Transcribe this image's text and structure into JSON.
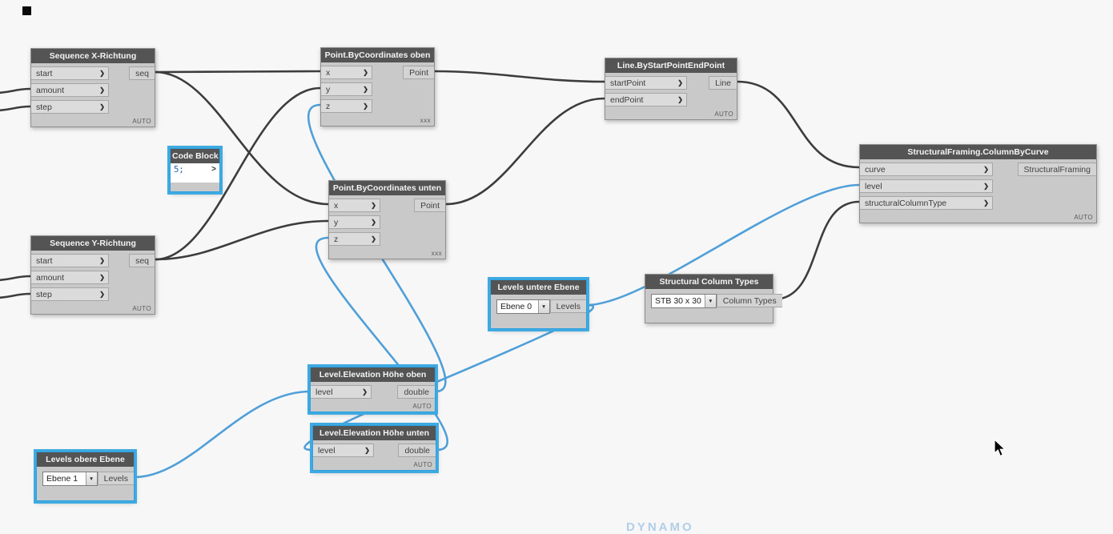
{
  "canvas": {
    "watermark": "DYNAMO",
    "background": "#f7f7f7"
  },
  "colors": {
    "wire": "#3d3d3d",
    "wire_selected": "#4f9fd9",
    "selection": "#3fa9e1",
    "title_bg": "#545454",
    "node_body": "#c9c9c9"
  },
  "icons": {
    "port_chevron": "❯",
    "dropdown_arrow": "▼"
  },
  "nodes": {
    "sequence_x": {
      "title": "Sequence X-Richtung",
      "inputs": [
        "start",
        "amount",
        "step"
      ],
      "outputs": [
        "seq"
      ],
      "lacing": "AUTO"
    },
    "code_block": {
      "title": "Code Block",
      "code": "5;",
      "output_glyph": ">"
    },
    "sequence_y": {
      "title": "Sequence Y-Richtung",
      "inputs": [
        "start",
        "amount",
        "step"
      ],
      "outputs": [
        "seq"
      ],
      "lacing": "AUTO"
    },
    "point_oben": {
      "title": "Point.ByCoordinates oben",
      "inputs": [
        "x",
        "y",
        "z"
      ],
      "outputs": [
        "Point"
      ],
      "lacing": "xxx"
    },
    "point_unten": {
      "title": "Point.ByCoordinates unten",
      "inputs": [
        "x",
        "y",
        "z"
      ],
      "outputs": [
        "Point"
      ],
      "lacing": "xxx"
    },
    "line": {
      "title": "Line.ByStartPointEndPoint",
      "inputs": [
        "startPoint",
        "endPoint"
      ],
      "outputs": [
        "Line"
      ],
      "lacing": "AUTO"
    },
    "structural_framing": {
      "title": "StructuralFraming.ColumnByCurve",
      "inputs": [
        "curve",
        "level",
        "structuralColumnType"
      ],
      "outputs": [
        "StructuralFraming"
      ],
      "lacing": "AUTO"
    },
    "levels_untere": {
      "title": "Levels untere Ebene",
      "dropdown_value": "Ebene 0",
      "outputs": [
        "Levels"
      ]
    },
    "column_types": {
      "title": "Structural Column Types",
      "dropdown_value": "STB 30 x 30",
      "outputs": [
        "Column Types"
      ]
    },
    "level_elevation_oben": {
      "title": "Level.Elevation Höhe oben",
      "inputs": [
        "level"
      ],
      "outputs": [
        "double"
      ],
      "lacing": "AUTO"
    },
    "level_elevation_unten": {
      "title": "Level.Elevation Höhe unten",
      "inputs": [
        "level"
      ],
      "outputs": [
        "double"
      ],
      "lacing": "AUTO"
    },
    "levels_obere": {
      "title": "Levels obere Ebene",
      "dropdown_value": "Ebene 1",
      "outputs": [
        "Levels"
      ]
    }
  },
  "connections": [
    {
      "from": "sequence_x.seq",
      "to": "point_oben.x"
    },
    {
      "from": "sequence_x.seq",
      "to": "point_unten.x"
    },
    {
      "from": "sequence_y.seq",
      "to": "point_oben.y"
    },
    {
      "from": "sequence_y.seq",
      "to": "point_unten.y"
    },
    {
      "from": "point_oben.Point",
      "to": "line.startPoint"
    },
    {
      "from": "point_unten.Point",
      "to": "line.endPoint"
    },
    {
      "from": "line.Line",
      "to": "structural_framing.curve"
    },
    {
      "from": "column_types.ColumnTypes",
      "to": "structural_framing.structuralColumnType"
    },
    {
      "from": "levels_obere.Levels",
      "to": "level_elevation_oben.level"
    },
    {
      "from": "levels_untere.Levels",
      "to": "level_elevation_unten.level"
    },
    {
      "from": "levels_untere.Levels",
      "to": "structural_framing.level"
    },
    {
      "from": "level_elevation_oben.double",
      "to": "point_oben.z"
    },
    {
      "from": "level_elevation_unten.double",
      "to": "point_unten.z"
    }
  ]
}
